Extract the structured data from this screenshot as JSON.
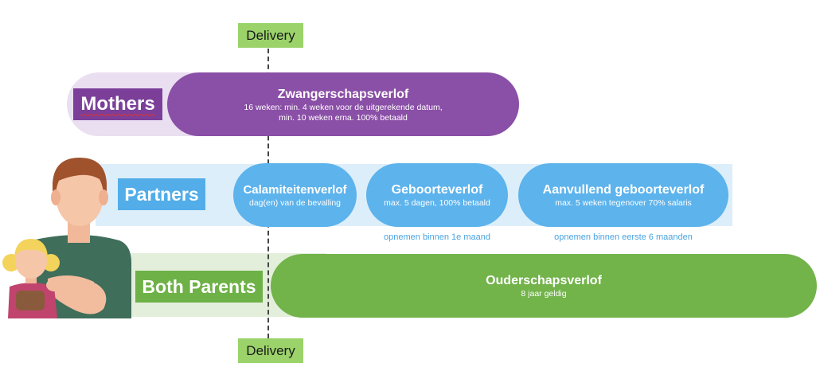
{
  "delivery": {
    "top_label": "Delivery",
    "bottom_label": "Delivery"
  },
  "mothers": {
    "label": "Mothers",
    "leave_title": "Zwangerschapsverlof",
    "leave_line1": "16 weken: min. 4 weken voor de uitgerekende datum,",
    "leave_line2": "min. 10 weken erna. 100% betaald"
  },
  "partners": {
    "label": "Partners",
    "leaves": [
      {
        "title": "Calamiteitenverlof",
        "sub": "dag(en) van de bevalling"
      },
      {
        "title": "Geboorteverlof",
        "sub": "max. 5 dagen, 100% betaald"
      },
      {
        "title": "Aanvullend geboorteverlof",
        "sub": "max. 5 weken tegenover 70% salaris"
      }
    ],
    "notes": [
      "opnemen binnen 1e maand",
      "opnemen binnen eerste 6 maanden"
    ]
  },
  "both_parents": {
    "label": "Both Parents",
    "leave_title": "Ouderschapsverlof",
    "leave_sub": "8 jaar geldig"
  },
  "colors": {
    "mothers": "#8a4fa6",
    "partners": "#5db3ec",
    "both_parents": "#72b34a",
    "delivery": "#9bd36a"
  },
  "illustration": "parent-and-child-icon"
}
